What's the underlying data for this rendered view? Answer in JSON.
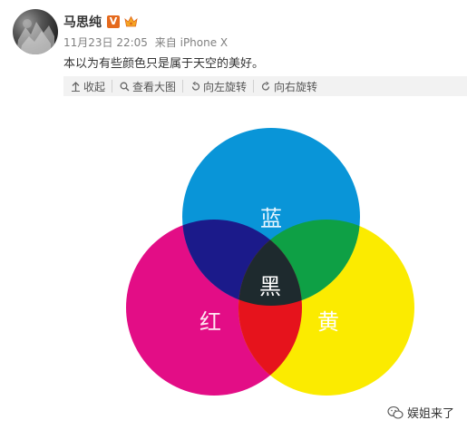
{
  "post": {
    "user_name": "马思纯",
    "vip_badge_letter": "V",
    "timestamp": "11月23日 22:05",
    "source_prefix": "来自",
    "source_device": "iPhone X",
    "text": "本以为有些颜色只是属于天空的美好。"
  },
  "toolbar": {
    "collapse_label": "收起",
    "view_large_label": "查看大图",
    "rotate_left_label": "向左旋转",
    "rotate_right_label": "向右旋转"
  },
  "image": {
    "label_blue": "蓝",
    "label_red": "红",
    "label_yellow": "黄",
    "label_black": "黑",
    "watermark_text": "娱姐来了",
    "colors": {
      "cyan": "#0995d8",
      "magenta": "#e30d86",
      "yellow": "#fbeb00",
      "cyan_magenta": "#1b1a8a",
      "cyan_yellow": "#0ea045",
      "magenta_yellow": "#e6131c",
      "center": "#1e2a2e"
    }
  },
  "icons": {
    "collapse": "arrow-up-icon",
    "view_large": "search-icon",
    "rotate_left": "rotate-left-icon",
    "rotate_right": "rotate-right-icon",
    "member": "crown-icon",
    "watermark": "wechat-icon"
  }
}
